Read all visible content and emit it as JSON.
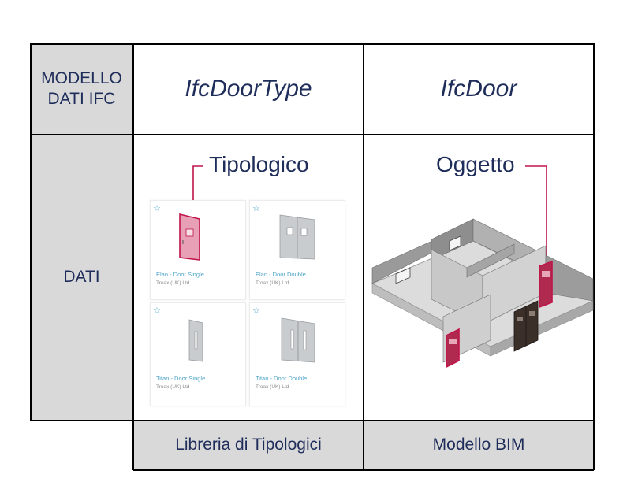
{
  "table": {
    "row1": {
      "label": "MODELLO\nDATI IFC",
      "col1": "IfcDoorType",
      "col2": "IfcDoor"
    },
    "row2": {
      "label": "DATI",
      "col1_annotation": "Tipologico",
      "col2_annotation": "Oggetto"
    },
    "footer": {
      "col1": "Libreria di Tipologici",
      "col2": "Modello BIM"
    }
  },
  "library": {
    "cards": [
      {
        "title": "Elan - Door Single",
        "subtitle": "Troax (UK) Ltd",
        "highlighted": true
      },
      {
        "title": "Elan - Door Double",
        "subtitle": "Troax (UK) Ltd",
        "highlighted": false
      },
      {
        "title": "Titan - Door Single",
        "subtitle": "Troax (UK) Ltd",
        "highlighted": false
      },
      {
        "title": "Titan - Door Double",
        "subtitle": "Troax (UK) Ltd",
        "highlighted": false
      }
    ],
    "favorite_icon": "star-outline-icon"
  },
  "colors": {
    "text": "#1f2d5a",
    "highlight": "#c0144a",
    "grey_cell": "#d9d9d9",
    "link": "#4aa3c8"
  }
}
